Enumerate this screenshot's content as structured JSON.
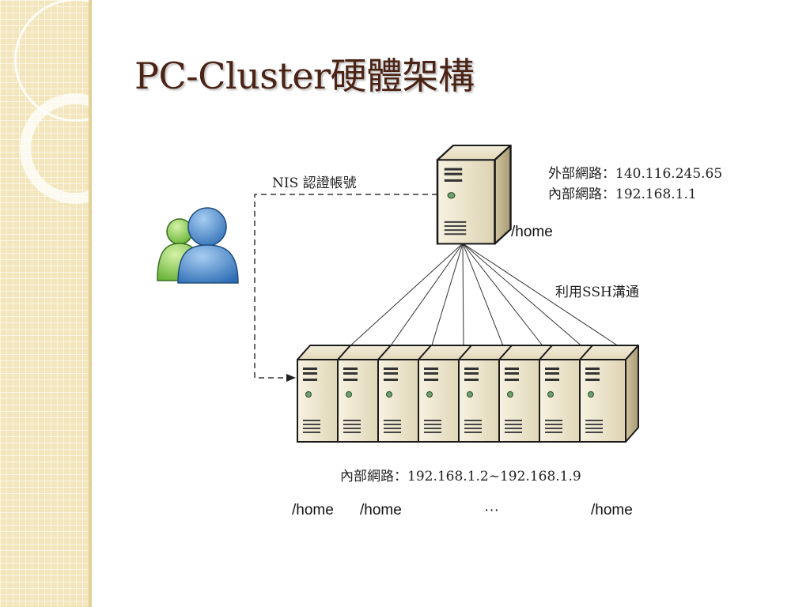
{
  "title": "PC-Cluster硬體架構",
  "diagram": {
    "nis_label": "NIS 認證帳號",
    "external_network": "外部網路：140.116.245.65",
    "internal_network": "內部網路：192.168.1.1",
    "master_home": "/home",
    "ssh_label": "利用SSH溝通",
    "nodes_network": "內部網路：192.168.1.2~192.168.1.9",
    "node_homes": [
      "/home",
      "/home",
      "···",
      "/home"
    ],
    "node_count": 8,
    "icons": [
      "users-icon",
      "server-icon"
    ]
  }
}
